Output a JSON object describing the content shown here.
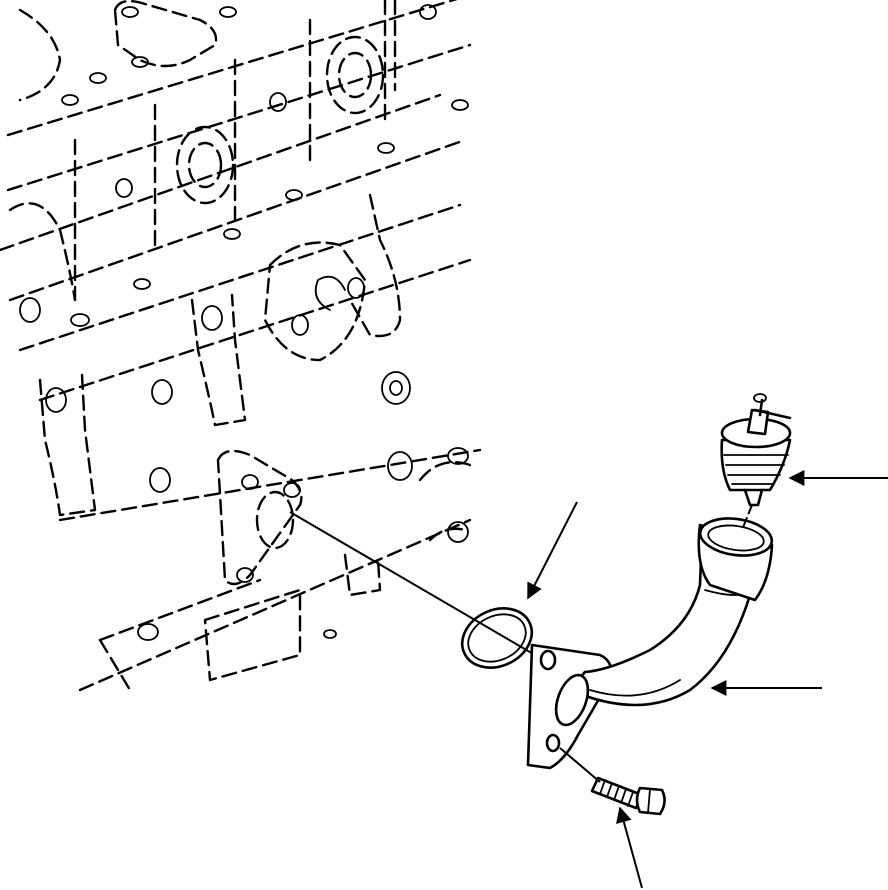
{
  "figure": {
    "icon": "exploded-parts-diagram",
    "line_color": "#000000",
    "background": "#ffffff",
    "parts": [
      {
        "id": "engine-block",
        "icon": "engine-block-icon"
      },
      {
        "id": "gasket-ring",
        "icon": "o-ring-icon"
      },
      {
        "id": "filler-tube",
        "icon": "bent-tube-icon"
      },
      {
        "id": "filler-cap",
        "icon": "filler-cap-icon"
      },
      {
        "id": "flange-bolt",
        "icon": "bolt-icon"
      }
    ],
    "callouts": [
      "gasket-ring",
      "filler-cap",
      "filler-tube",
      "flange-bolt"
    ]
  }
}
